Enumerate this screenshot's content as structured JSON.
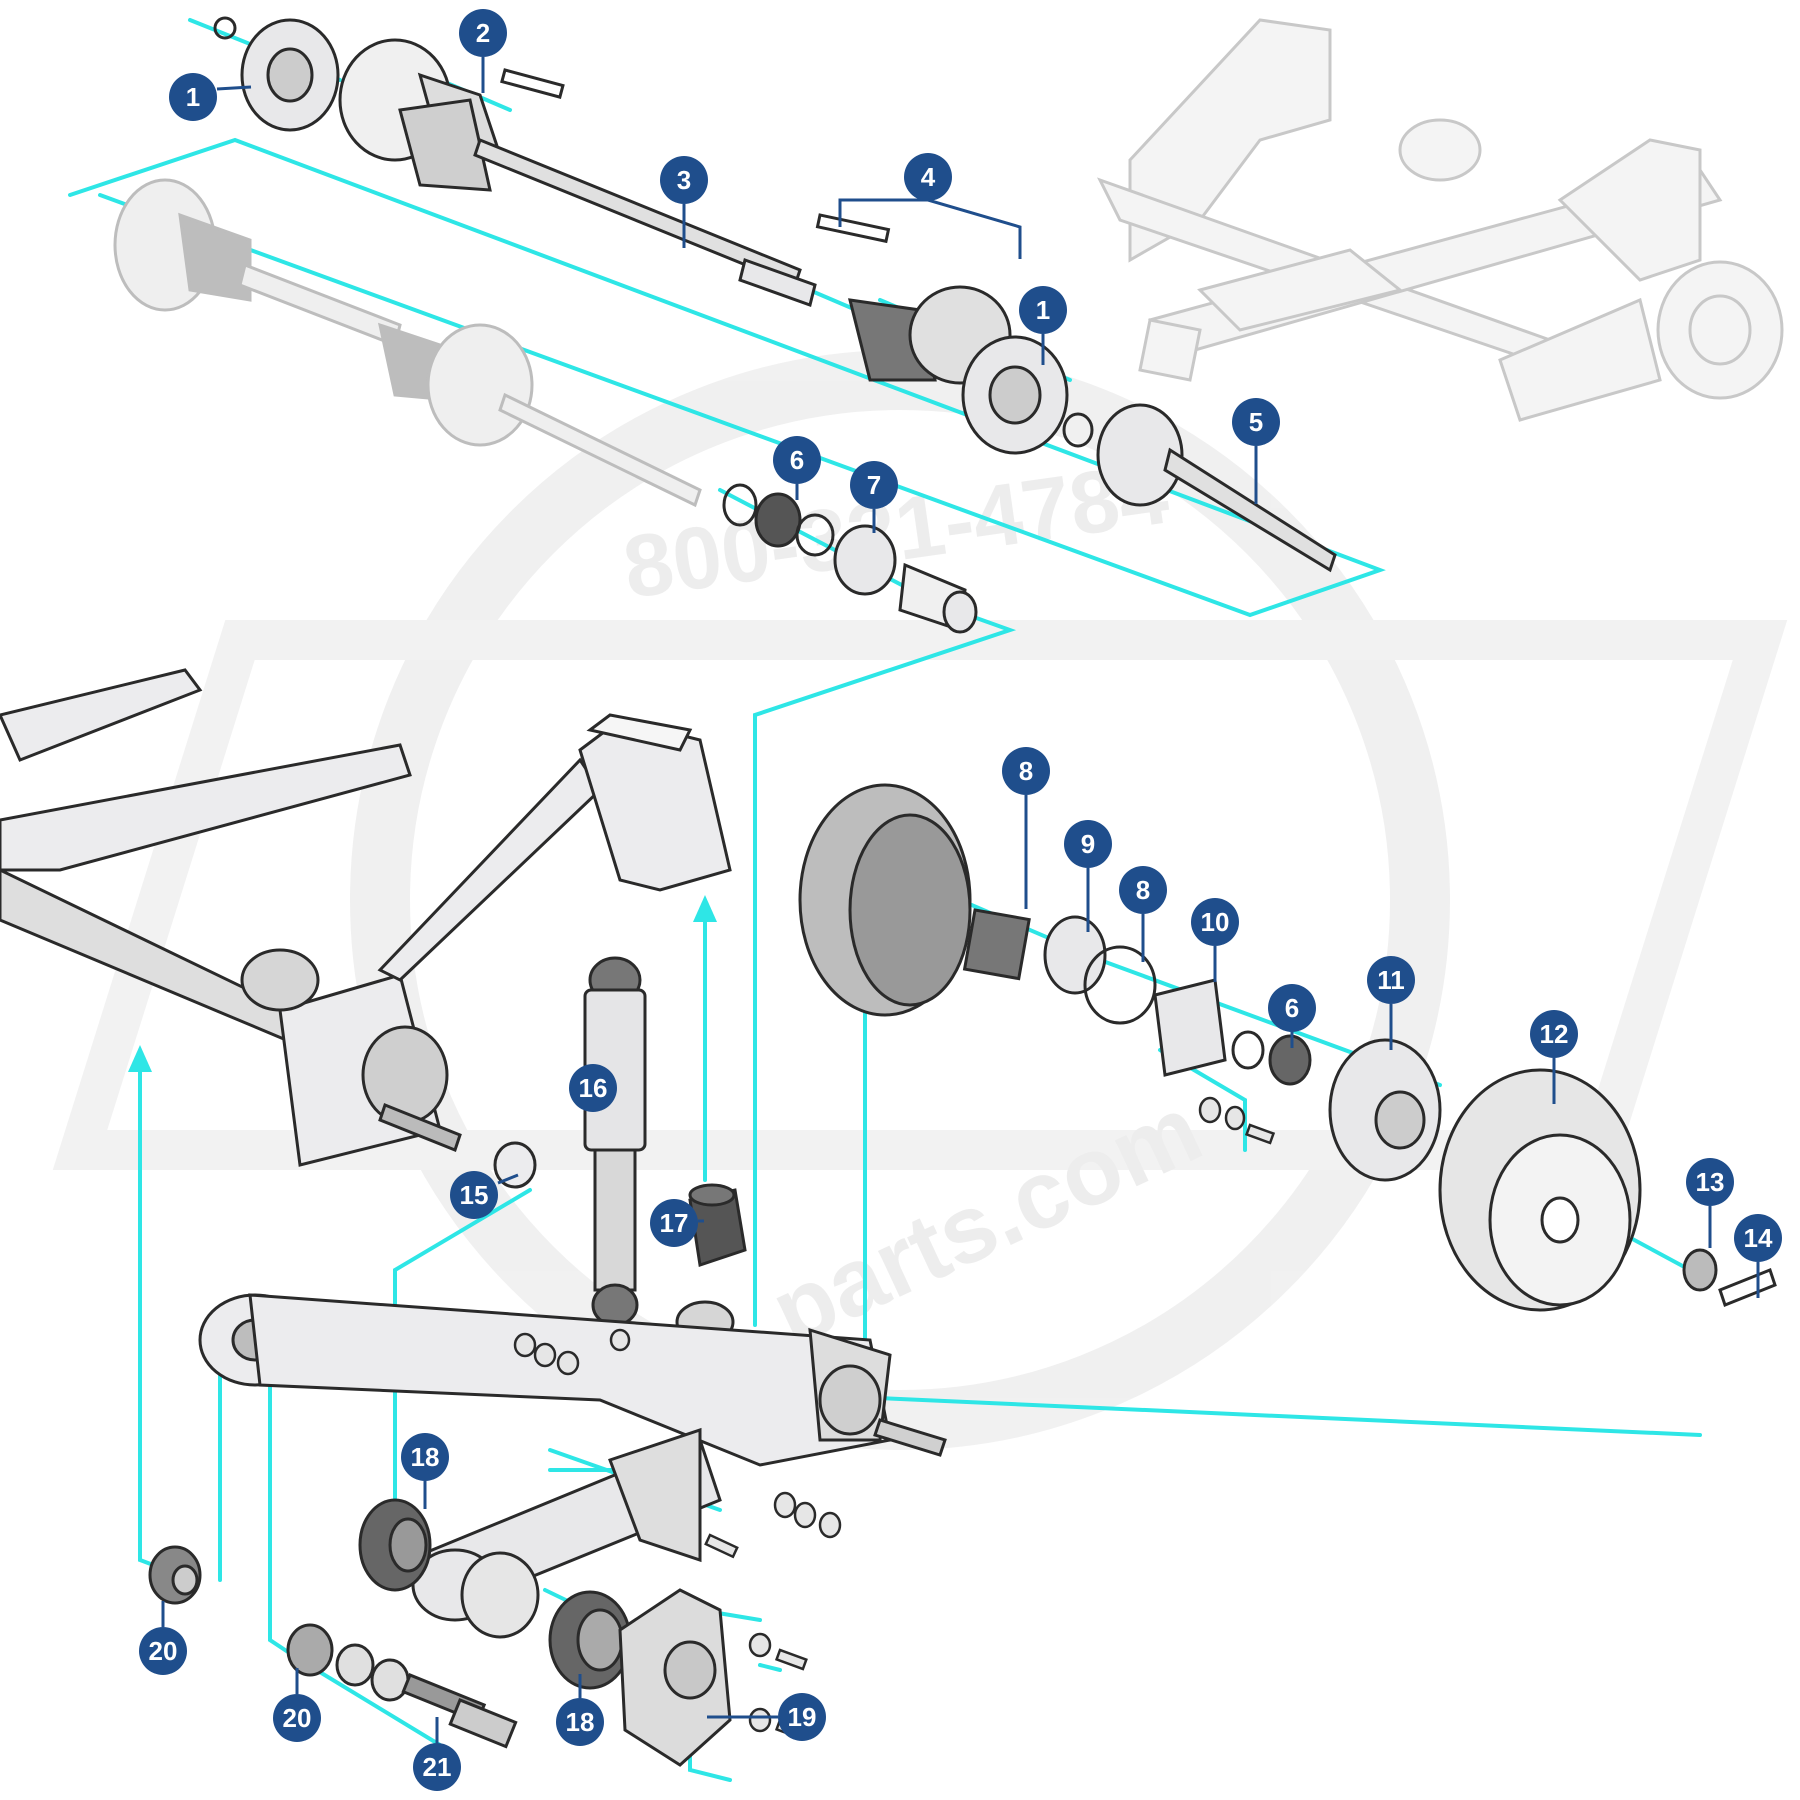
{
  "diagram": {
    "colors": {
      "leader": "#2ee6e6",
      "callout_fill": "#1f4e8c",
      "callout_text": "#ffffff",
      "part_fill": "#e8e8ea",
      "part_stroke": "#2a2a2a",
      "dark_part": "#555555",
      "ghost": "#cfcfcf",
      "watermark": "#f2f2f2"
    },
    "watermark": {
      "phone": "800-321-4784",
      "site": "parts.com"
    },
    "callouts": [
      "1",
      "2",
      "3",
      "4",
      "1",
      "5",
      "6",
      "7",
      "8",
      "9",
      "8",
      "10",
      "6",
      "11",
      "12",
      "13",
      "14",
      "15",
      "16",
      "17",
      "18",
      "18",
      "19",
      "20",
      "20",
      "21"
    ]
  }
}
